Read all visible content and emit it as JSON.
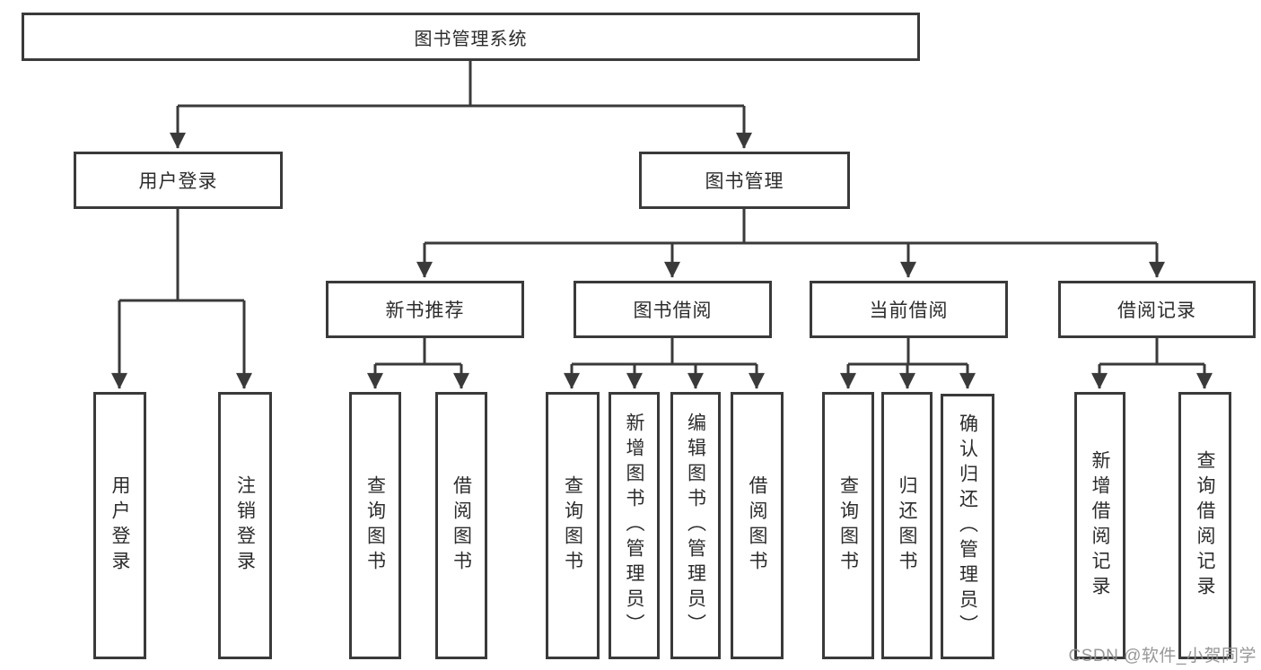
{
  "colors": {
    "line": "#3a3a3a",
    "box_border": "#3a3a3a",
    "text": "#2c2c2c",
    "watermark": "#8f8f8f",
    "background": "#ffffff"
  },
  "watermark": {
    "text": "CSDN @软件_小贺同学"
  },
  "tree": {
    "root": {
      "label": "图书管理系统"
    },
    "branches": [
      {
        "label": "用户登录",
        "leaves": [
          "用户登录",
          "注销登录"
        ]
      },
      {
        "label": "图书管理",
        "groups": [
          {
            "label": "新书推荐",
            "leaves": [
              "查询图书",
              "借阅图书"
            ]
          },
          {
            "label": "图书借阅",
            "leaves": [
              "查询图书",
              "新增图书（管理员）",
              "编辑图书（管理员）",
              "借阅图书"
            ]
          },
          {
            "label": "当前借阅",
            "leaves": [
              "查询图书",
              "归还图书",
              "确认归还（管理员）"
            ]
          },
          {
            "label": "借阅记录",
            "leaves": [
              "新增借阅记录",
              "查询借阅记录"
            ]
          }
        ]
      }
    ]
  }
}
